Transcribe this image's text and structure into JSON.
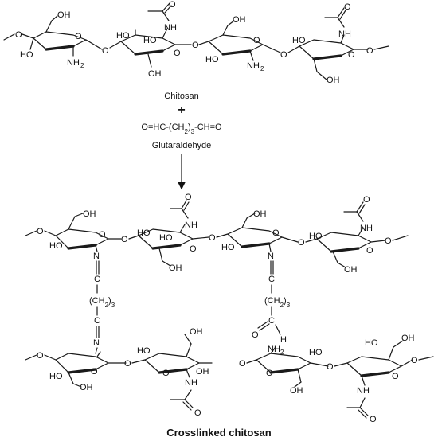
{
  "top_labels": {
    "chitosan": "Chitosan",
    "plus": "+",
    "formula": "O=HC-(CH2)3-CH=O",
    "formula_parts": [
      "O=HC-(CH",
      "2",
      ")",
      "3",
      "-CH=O"
    ],
    "glutaraldehyde": "Glutaraldehyde"
  },
  "caption": "Crosslinked chitosan",
  "atoms": {
    "oh": "OH",
    "ho": "HO",
    "nh": "NH",
    "nh2": "NH",
    "sub2": "2",
    "o": "O",
    "n": "N",
    "c": "C",
    "h": "H",
    "ch2": "(CH",
    "ch2_close": ")",
    "sub3": "3"
  },
  "colors": {
    "ink": "#111111",
    "background": "#ffffff"
  }
}
